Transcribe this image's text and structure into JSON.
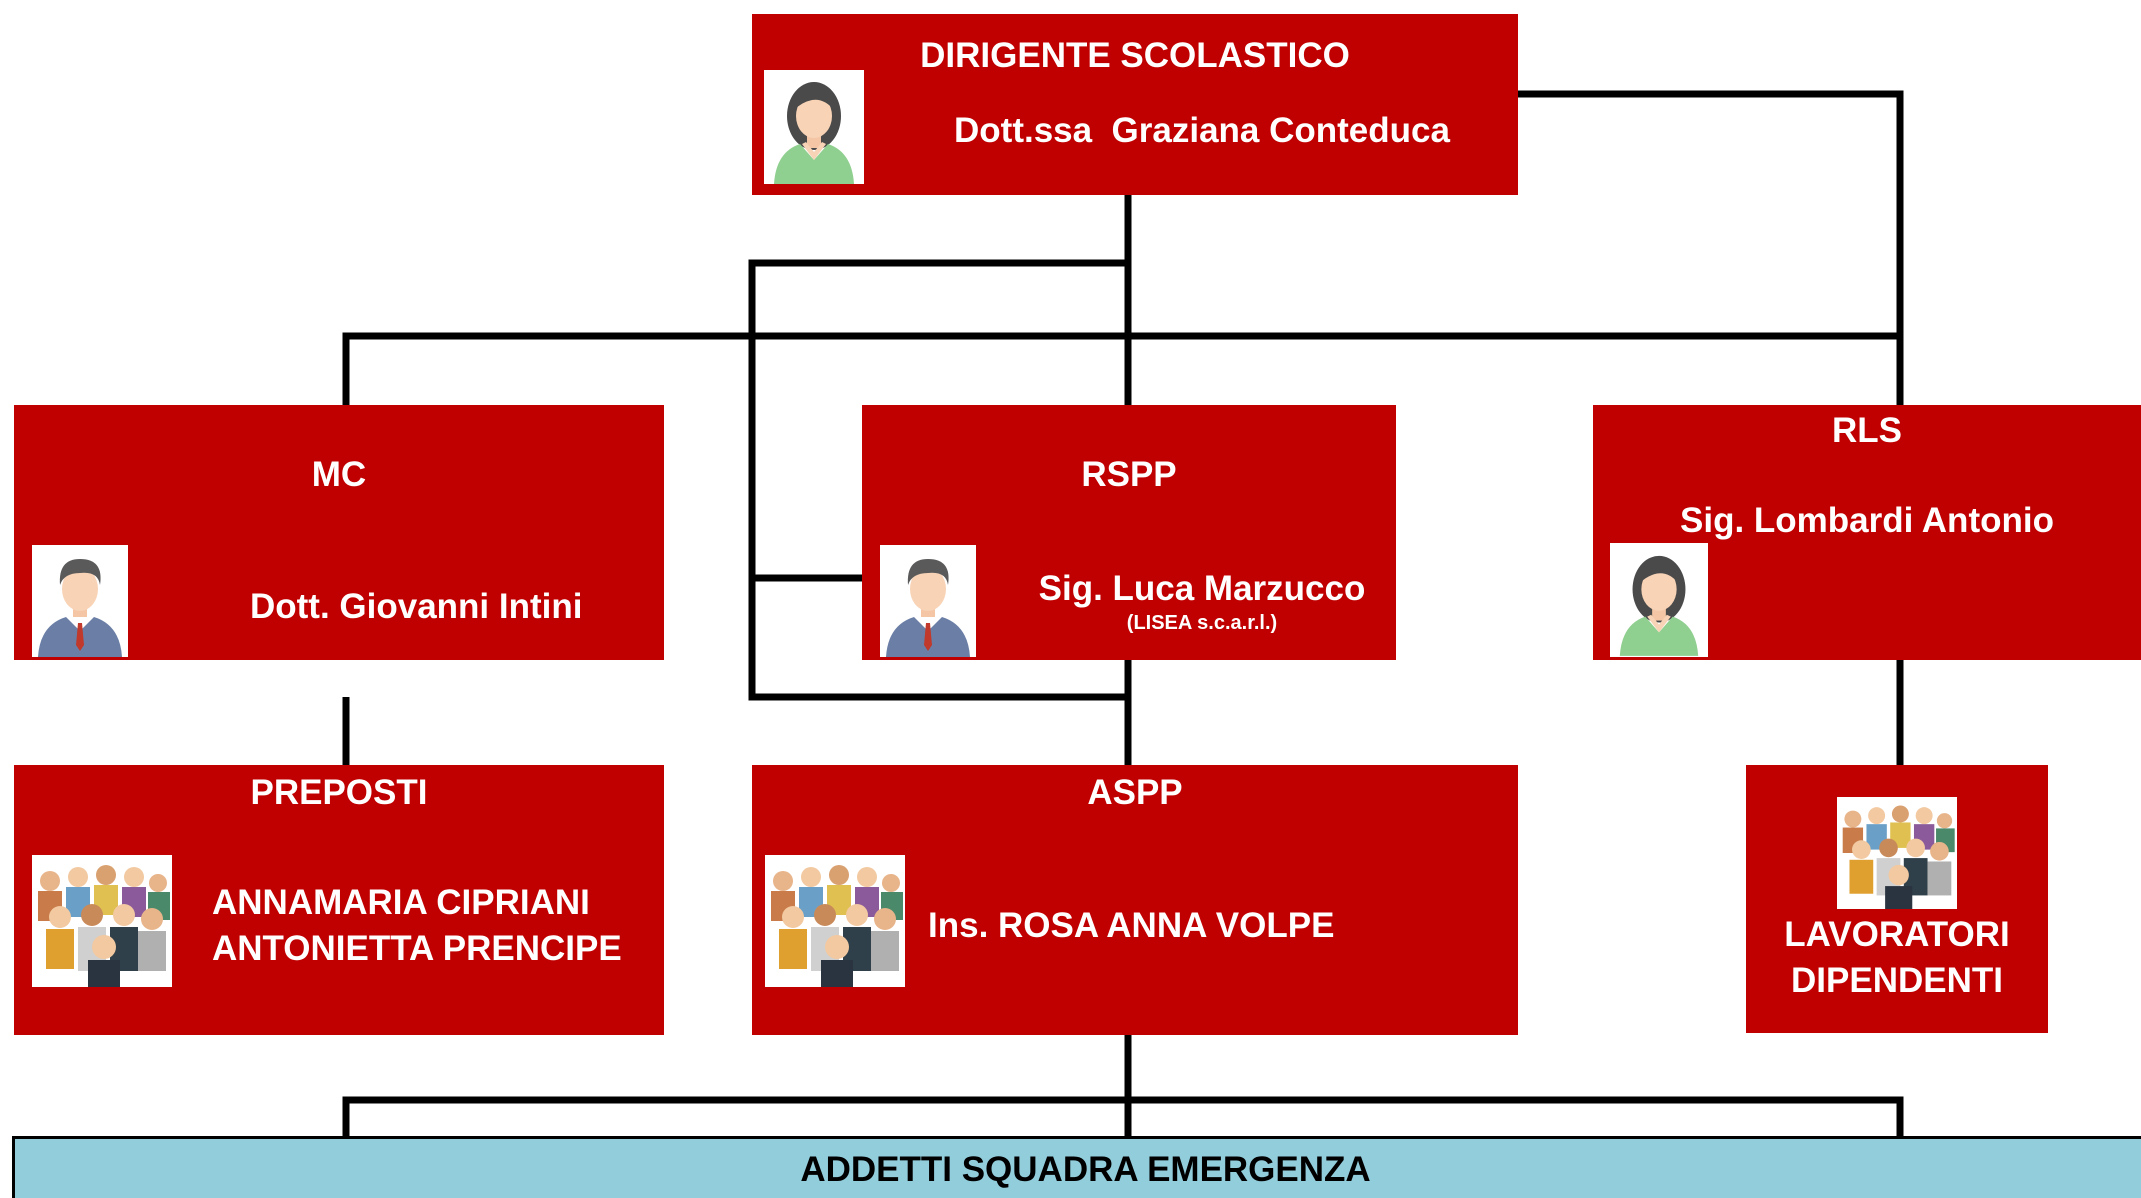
{
  "colors": {
    "box": "#c00000",
    "banner": "#92cddc",
    "line": "#000000"
  },
  "dirigente": {
    "role": "DIRIGENTE SCOLASTICO",
    "name": "Dott.ssa  Graziana Conteduca",
    "icon": "woman-avatar-icon"
  },
  "mc": {
    "role": "MC",
    "name": "Dott. Giovanni Intini",
    "icon": "man-avatar-icon"
  },
  "rspp": {
    "role": "RSPP",
    "name": "Sig. Luca Marzucco",
    "company": "(LISEA s.c.a.r.l.)",
    "icon": "man-avatar-icon"
  },
  "rls": {
    "role": "RLS",
    "name": "Sig. Lombardi Antonio",
    "icon": "woman-avatar-icon"
  },
  "preposti": {
    "role": "PREPOSTI",
    "names": [
      "ANNAMARIA CIPRIANI",
      "ANTONIETTA PRENCIPE"
    ],
    "icon": "group-people-icon"
  },
  "aspp": {
    "role": "ASPP",
    "name": "Ins. ROSA ANNA VOLPE",
    "icon": "group-people-icon"
  },
  "lavoratori": {
    "lines": [
      "LAVORATORI",
      "DIPENDENTI"
    ],
    "icon": "group-people-icon"
  },
  "squadra": {
    "label": "ADDETTI SQUADRA EMERGENZA"
  }
}
